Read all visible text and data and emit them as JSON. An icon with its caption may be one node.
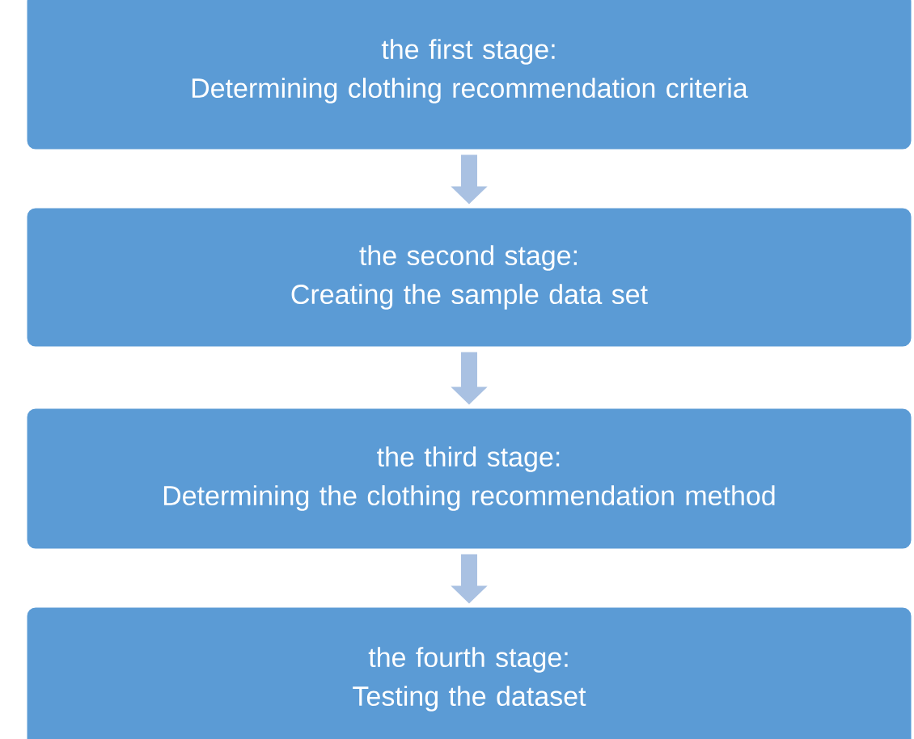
{
  "diagram": {
    "nodes": [
      {
        "text": [
          "the first stage:",
          "Determining clothing recommendation criteria"
        ]
      },
      {
        "text": [
          "the second stage:",
          "Creating the sample data set"
        ]
      },
      {
        "text": [
          "the third stage:",
          "Determining the clothing recommendation method"
        ]
      },
      {
        "text": [
          "the fourth stage:",
          "Testing the dataset"
        ]
      }
    ],
    "edges": [
      {
        "from": 0,
        "to": 1,
        "arrow": "to"
      },
      {
        "from": 1,
        "to": 2,
        "arrow": "to"
      },
      {
        "from": 2,
        "to": 3,
        "arrow": "to"
      }
    ]
  }
}
